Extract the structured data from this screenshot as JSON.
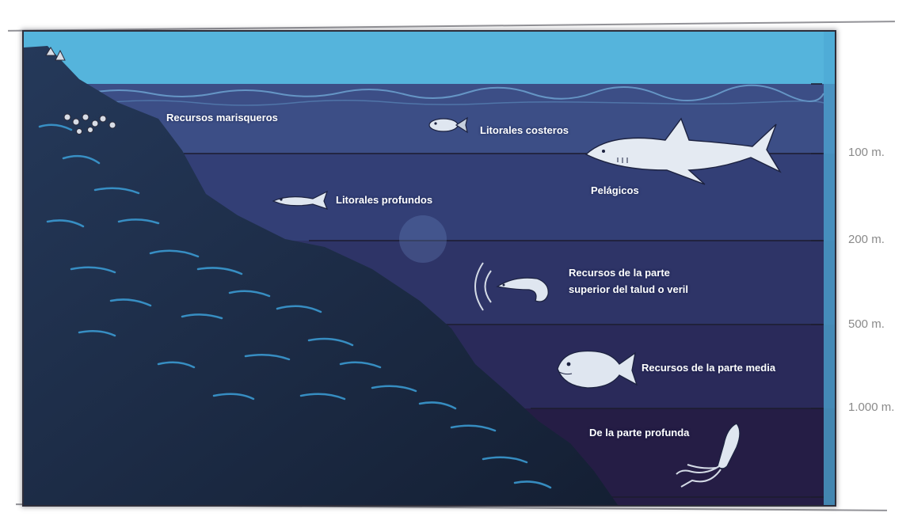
{
  "labels": {
    "recursos_marisqueros": "Recursos marisqueros",
    "litorales_costeros": "Litorales costeros",
    "litorales_profundos": "Litorales profundos",
    "pelagicos": "Pelágicos",
    "talud_line1": "Recursos de la parte",
    "talud_line2": "superior del talud o veril",
    "parte_media": "Recursos de la parte media",
    "parte_profunda": "De la parte profunda"
  },
  "depth_marks": [
    "100 m.",
    "200 m.",
    "500 m.",
    "1.000 m."
  ],
  "colors": {
    "sky": "#55b4dc",
    "water_surface": "#3c4e86",
    "water_band_1": "#333f76",
    "water_band_2": "#2f3568",
    "water_band_3": "#2b2c5c",
    "water_band_4": "#282550",
    "water_band_5": "#251d45",
    "rock": "#1d2c46",
    "rock_highlight": "#3c9fd8",
    "text": "#ffffff",
    "depth_text": "#8a8a8a"
  },
  "icons": [
    "fish-icon",
    "shark-icon",
    "shrimp-icon",
    "grouper-icon",
    "squid-icon",
    "shellfish-icon"
  ]
}
